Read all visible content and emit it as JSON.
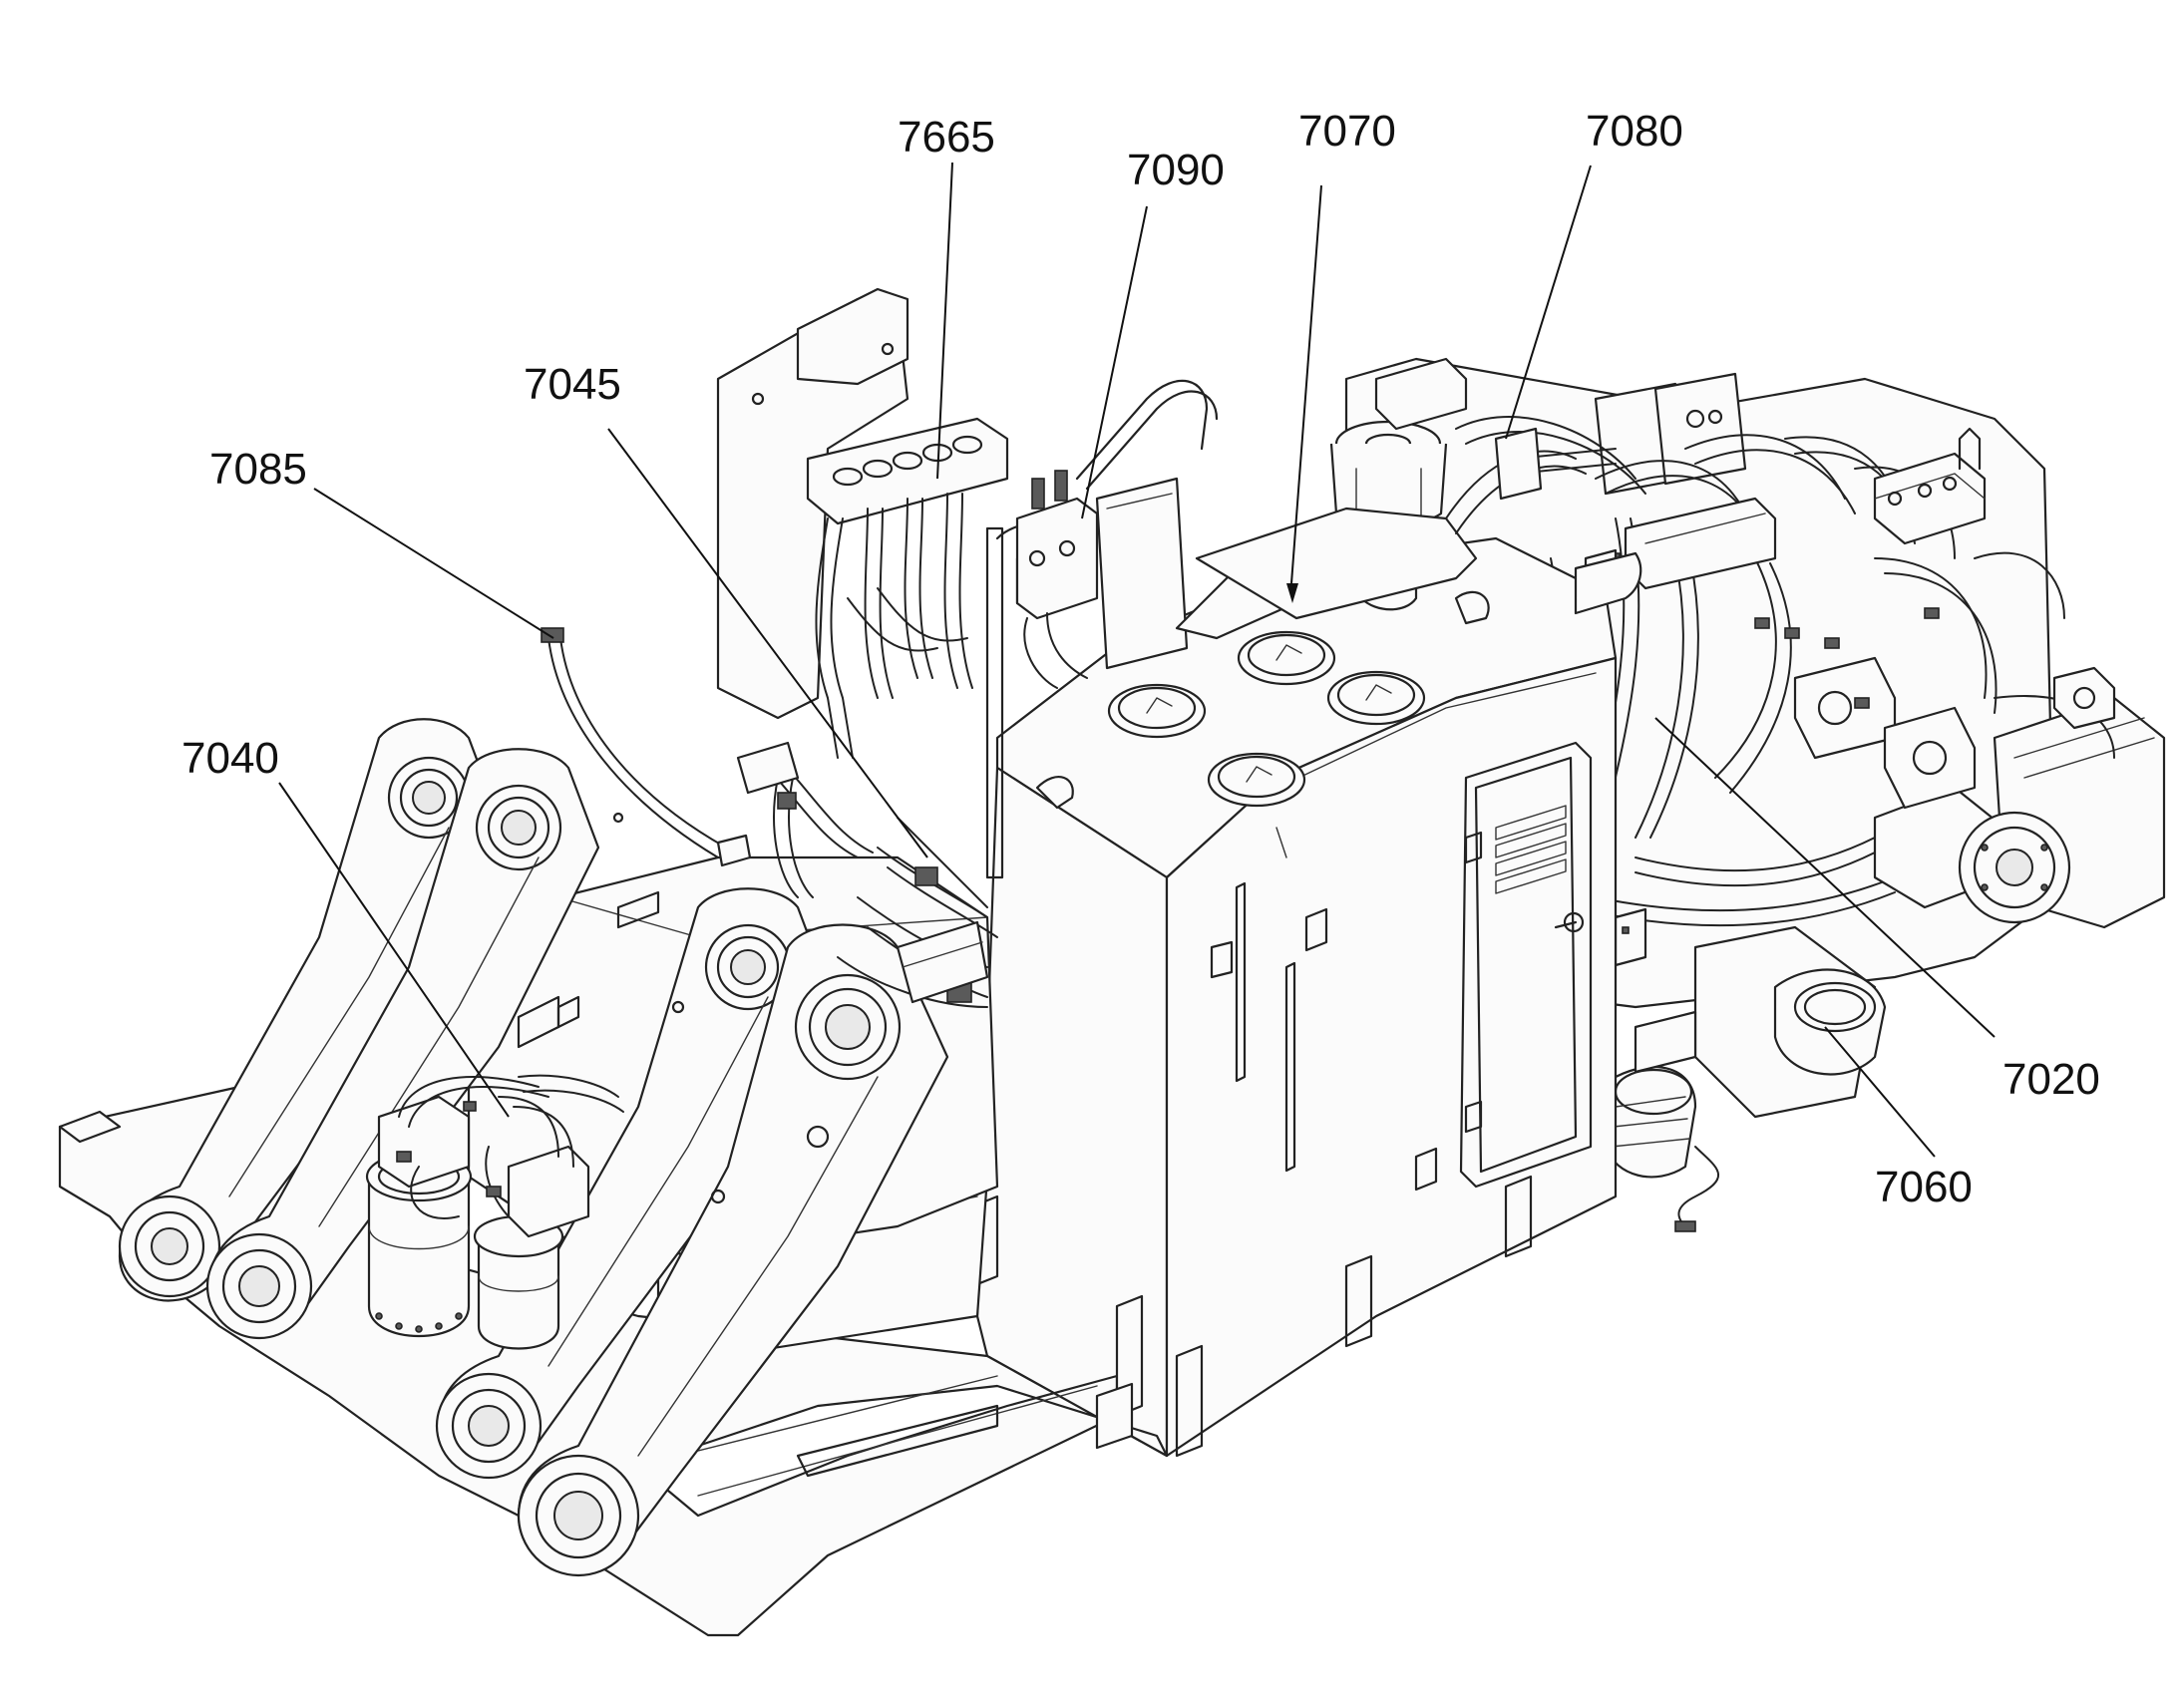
{
  "figure": {
    "callouts": [
      {
        "id": "7665",
        "text": "7665"
      },
      {
        "id": "7090",
        "text": "7090"
      },
      {
        "id": "7070",
        "text": "7070"
      },
      {
        "id": "7080",
        "text": "7080"
      },
      {
        "id": "7045",
        "text": "7045"
      },
      {
        "id": "7085",
        "text": "7085"
      },
      {
        "id": "7040",
        "text": "7040"
      },
      {
        "id": "7020",
        "text": "7020"
      },
      {
        "id": "7060",
        "text": "7060"
      }
    ]
  }
}
